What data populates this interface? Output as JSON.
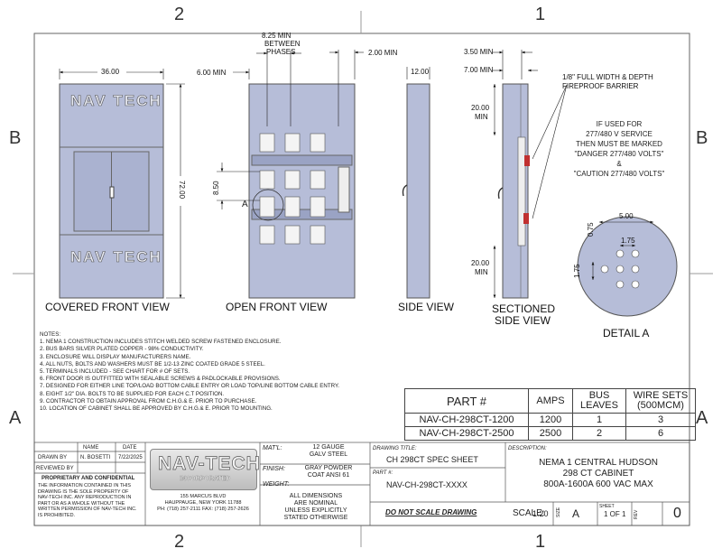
{
  "zones": {
    "col_left": "2",
    "col_right": "1",
    "row_b": "B",
    "row_a": "A"
  },
  "views": {
    "covered_front": "COVERED FRONT VIEW",
    "open_front": "OPEN FRONT VIEW",
    "side": "SIDE VIEW",
    "sectioned_side_1": "SECTIONED",
    "sectioned_side_2": "SIDE VIEW",
    "detail": "DETAIL A",
    "detail_callout": "A"
  },
  "panel_text": {
    "top": "NAV TECH",
    "bottom": "NAV TECH"
  },
  "dims": {
    "width_36": "36.00",
    "height_72": "72.00",
    "min_6": "6.00 MIN",
    "between_phases": [
      "8.25 MIN",
      "BETWEEN",
      "PHASES"
    ],
    "min_2": "2.00 MIN",
    "d_850": "8.50",
    "side_12": "12.00",
    "min_350": "3.50 MIN",
    "min_700": "7.00 MIN",
    "min_20_top": [
      "20.00",
      "MIN"
    ],
    "min_20_bot": [
      "20.00",
      "MIN"
    ],
    "det_500": "5.00",
    "det_075": "0.75",
    "det_175a": "1.75",
    "det_175b": "1.75"
  },
  "annotations": {
    "barrier": [
      "1/8\" FULL WIDTH & DEPTH",
      "FIREPROOF BARRIER"
    ],
    "service": [
      "IF USED FOR",
      "277/480 V SERVICE",
      "THEN MUST BE MARKED",
      "\"DANGER 277/480 VOLTS\"",
      "&",
      "\"CAUTION 277/480 VOLTS\""
    ]
  },
  "notes": {
    "title": "NOTES:",
    "items": [
      "1. NEMA 1 CONSTRUCTION INCLUDES STITCH WELDED SCREW FASTENED ENCLOSURE.",
      "2. BUS BARS SILVER PLATED COPPER - 98% CONDUCTIVITY.",
      "3. ENCLOSURE WILL DISPLAY MANUFACTURERS NAME.",
      "4. ALL NUTS, BOLTS AND WASHERS MUST BE 1/2-13 ZINC COATED GRADE 5 STEEL.",
      "5. TERMINALS INCLUDED - SEE CHART FOR # OF SETS.",
      "6. FRONT DOOR IS OUTFITTED WITH SEALABLE SCREWS & PADLOCKABLE PROVISIONS.",
      "7. DESIGNED FOR EITHER LINE TOP/LOAD BOTTOM CABLE ENTRY OR LOAD TOP/LINE BOTTOM CABLE ENTRY.",
      "8. EIGHT 1/2\" DIA. BOLTS TO BE SUPPLIED FOR EACH C.T POSITION.",
      "9. CONTRACTOR TO OBTAIN APPROVAL FROM C.H.G.& E. PRIOR TO PURCHASE.",
      "10. LOCATION OF CABINET SHALL BE APPROVED BY C.H.G.& E. PRIOR TO MOUNTING."
    ]
  },
  "parts_table": {
    "headers": [
      "PART #",
      "AMPS",
      "BUS\nLEAVES",
      "WIRE SETS\n(500MCM)"
    ],
    "rows": [
      [
        "NAV-CH-298CT-1200",
        "1200",
        "1",
        "3"
      ],
      [
        "NAV-CH-298CT-2500",
        "2500",
        "2",
        "6"
      ]
    ]
  },
  "title_block": {
    "name_hdr": "NAME",
    "date_hdr": "DATE",
    "drawn_by_lbl": "DRAWN BY",
    "drawn_by": "N. BOSETTI",
    "date": "7/22/2025",
    "reviewed_by_lbl": "REVIEWED BY",
    "prop_title": "PROPRIETARY AND CONFIDENTIAL",
    "prop_text": [
      "THE INFORMATION CONTAINED IN THIS",
      "DRAWING IS THE SOLE PROPERTY OF",
      "NAV-TECH INC. ANY REPRODUCTION IN",
      "PART OR AS A WHOLE WITHOUT THE",
      "WRITTEN PERMISSION OF NAV-TECH INC.",
      "IS PROHIBITED."
    ],
    "logo_main": "NAV-TECH",
    "logo_sub": "INCORPORATED",
    "address": [
      "155 MARCUS BLVD",
      "HAUPPAUGE, NEW YORK 11788",
      "PH: (718) 257-2111  FAX: (718) 257-2626"
    ],
    "matl_lbl": "MAT'L:",
    "matl": [
      "12 GAUGE",
      "GALV STEEL"
    ],
    "finish_lbl": "FINISH:",
    "finish": [
      "GRAY POWDER",
      "COAT ANSI 61"
    ],
    "weight_lbl": "WEIGHT:",
    "nominal": [
      "ALL DIMENSIONS",
      "ARE NOMINAL",
      "UNLESS EXPLICITLY",
      "STATED OTHERWISE"
    ],
    "drawing_title_lbl": "DRAWING TITLE:",
    "drawing_title": "CH 298CT SPEC SHEET",
    "part_lbl": "PART #:",
    "part": "NAV-CH-298CT-XXXX",
    "do_not_scale": "DO NOT SCALE DRAWING",
    "desc_lbl": "DESCRIPTION:",
    "desc": [
      "NEMA 1 CENTRAL HUDSON",
      "298 CT CABINET",
      "800A-1600A 600 VAC MAX"
    ],
    "scale_lbl": "SCALE:",
    "scale": "1:20",
    "size_lbl": "SIZE",
    "size": "A",
    "sheet_lbl": "SHEET",
    "sheet": "1 OF 1",
    "rev_lbl": "REV",
    "rev": "0"
  }
}
